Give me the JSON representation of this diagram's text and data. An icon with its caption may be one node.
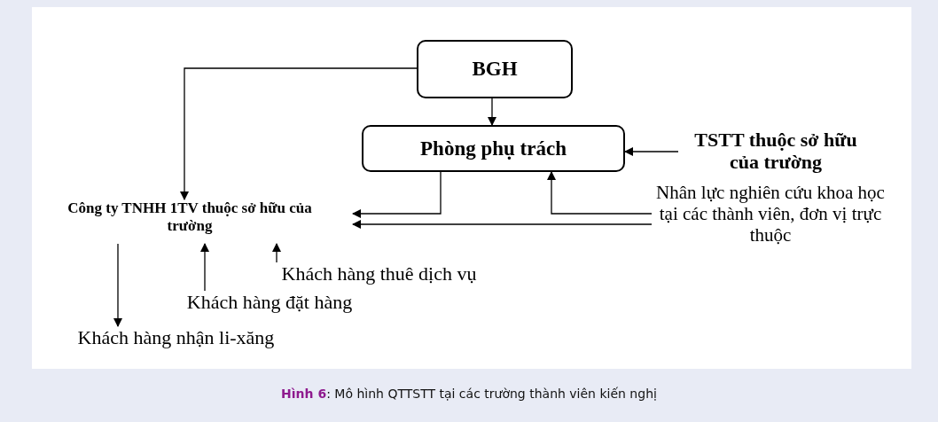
{
  "diagram": {
    "caption": "**Hình 6**: Mô hình QTTSTT tại các trường thành viên kiến nghị",
    "nodes": [
      {
        "text": [
          "BGH"
        ]
      },
      {
        "text": [
          "Phòng phụ trách"
        ]
      },
      {
        "text": [
          "TSTT  thuộc sở hữu của trường"
        ]
      },
      {
        "text": [
          "Công ty TNHH 1TV thuộc sở hữu của trường"
        ]
      },
      {
        "text": [
          "Nhân lực nghiên cứu khoa học tại các thành viên, đơn vị trực thuộc"
        ]
      },
      {
        "text": [
          "Khách hàng thuê dịch vụ"
        ]
      },
      {
        "text": [
          "Khách hàng đặt hàng"
        ]
      },
      {
        "text": [
          "Khách hàng nhận li-xăng"
        ]
      }
    ],
    "edges": [
      {
        "from": 0,
        "to": 1,
        "arrow": "to"
      },
      {
        "from": 0,
        "to": 3,
        "arrow": "to"
      },
      {
        "from": 2,
        "to": 1,
        "arrow": "to"
      },
      {
        "from": 1,
        "to": 3,
        "arrow": "to"
      },
      {
        "from": 4,
        "to": 1,
        "arrow": "to"
      },
      {
        "from": 4,
        "to": 3,
        "arrow": "to"
      },
      {
        "from": 5,
        "to": 3,
        "arrow": "to"
      },
      {
        "from": 6,
        "to": 3,
        "arrow": "to"
      },
      {
        "from": 3,
        "to": 7,
        "arrow": "to"
      }
    ]
  }
}
